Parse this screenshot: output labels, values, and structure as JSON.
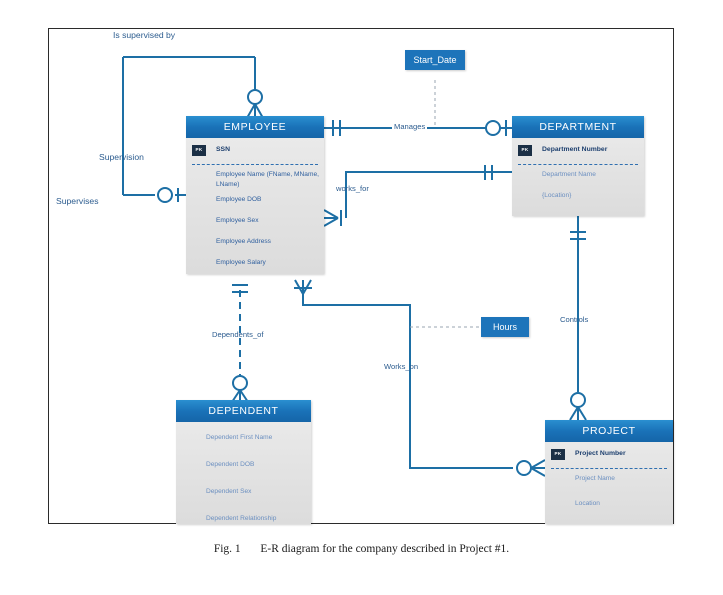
{
  "figure": {
    "caption_number": "Fig. 1",
    "caption_text": "E-R diagram for the company described in Project #1."
  },
  "entities": [
    {
      "id": "employee",
      "title": "EMPLOYEE",
      "attributes": [
        {
          "label": "SSN",
          "pk": true
        },
        {
          "label": "Employee Name (FName, MName, LName)",
          "pk": false
        },
        {
          "label": "Employee DOB",
          "pk": false
        },
        {
          "label": "Employee Sex",
          "pk": false
        },
        {
          "label": "Employee Address",
          "pk": false
        },
        {
          "label": "Employee Salary",
          "pk": false
        }
      ]
    },
    {
      "id": "department",
      "title": "DEPARTMENT",
      "attributes": [
        {
          "label": "Department Number",
          "pk": true
        },
        {
          "label": "Department Name",
          "pk": false
        },
        {
          "label": "{Location}",
          "pk": false
        }
      ]
    },
    {
      "id": "dependent",
      "title": "DEPENDENT",
      "attributes": [
        {
          "label": "Dependent First Name",
          "pk": false
        },
        {
          "label": "Dependent DOB",
          "pk": false
        },
        {
          "label": "Dependent Sex",
          "pk": false
        },
        {
          "label": "Dependent Relationship",
          "pk": false
        }
      ]
    },
    {
      "id": "project",
      "title": "PROJECT",
      "attributes": [
        {
          "label": "Project Number",
          "pk": true
        },
        {
          "label": "Project Name",
          "pk": false
        },
        {
          "label": "Location",
          "pk": false
        }
      ]
    }
  ],
  "attribute_badges": [
    {
      "id": "start-date",
      "label": "Start_Date"
    },
    {
      "id": "hours",
      "label": "Hours"
    }
  ],
  "relationship_labels": [
    {
      "id": "is-supervised-by",
      "label": "Is supervised by"
    },
    {
      "id": "supervision",
      "label": "Supervision"
    },
    {
      "id": "supervises",
      "label": "Supervises"
    },
    {
      "id": "manages",
      "label": "Manages"
    },
    {
      "id": "works-for",
      "label": "works_for"
    },
    {
      "id": "dependents-of",
      "label": "Dependents_of"
    },
    {
      "id": "works-on",
      "label": "Works_on"
    },
    {
      "id": "controls",
      "label": "Controls"
    }
  ],
  "pk_badge_text": "PK",
  "colors": {
    "line": "#1d6fa5",
    "header_blue": "#1a72b8",
    "badge_blue": "#1d74ba",
    "attr_text": "#2f5f9e",
    "entity_body": "#e4e4e4",
    "frame_border": "#2b2b2b"
  }
}
